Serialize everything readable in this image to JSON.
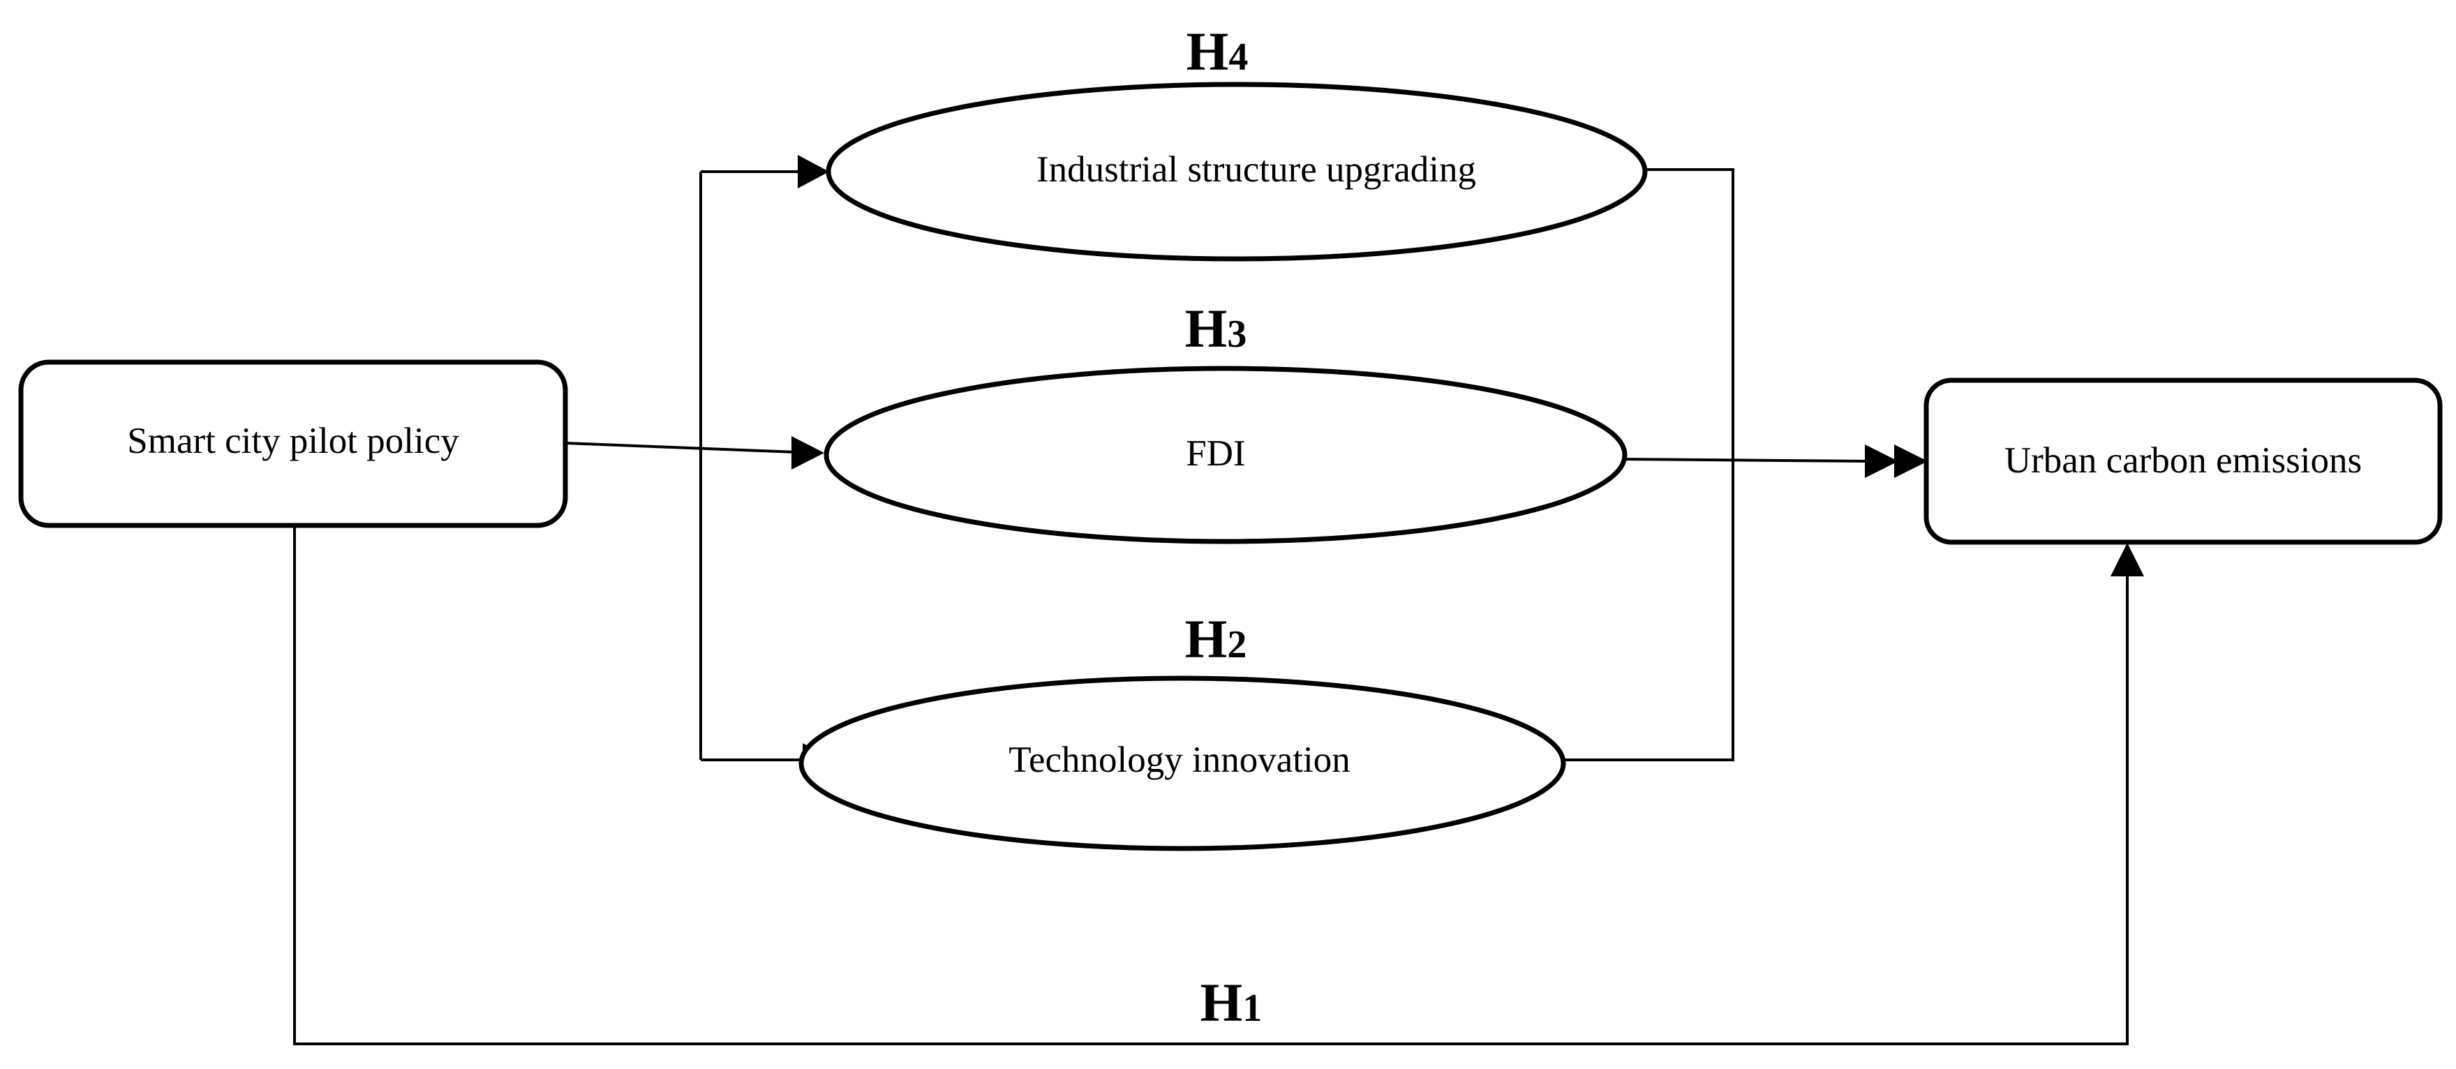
{
  "nodes": {
    "policy": {
      "label": "Smart city pilot policy"
    },
    "industrial": {
      "label": "Industrial structure upgrading"
    },
    "fdi": {
      "label": "FDI"
    },
    "technology": {
      "label": "Technology innovation"
    },
    "emissions": {
      "label": "Urban carbon emissions"
    }
  },
  "hypotheses": {
    "h1": {
      "letter": "H",
      "number": "1"
    },
    "h2": {
      "letter": "H",
      "number": "2"
    },
    "h3": {
      "letter": "H",
      "number": "3"
    },
    "h4": {
      "letter": "H",
      "number": "4"
    }
  },
  "colors": {
    "stroke": "#000000",
    "background": "#ffffff"
  }
}
